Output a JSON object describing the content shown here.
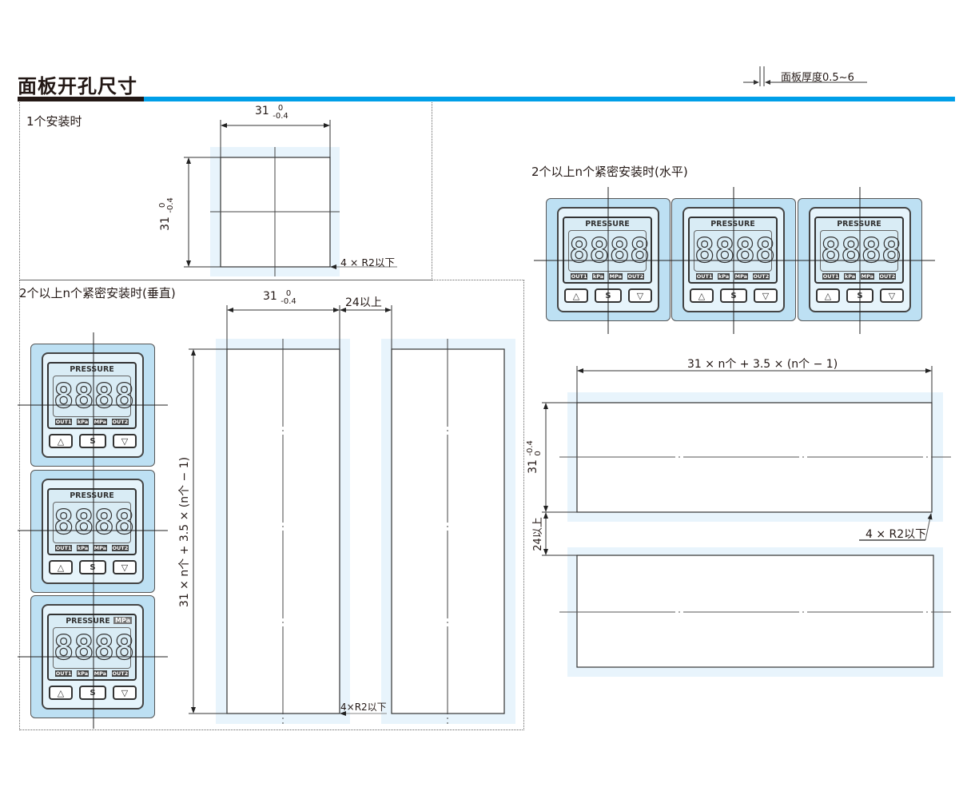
{
  "header": {
    "title": "面板开孔尺寸",
    "panel_thickness_label": "面板厚度0.5~6"
  },
  "colors": {
    "accent_blue": "#009fe8",
    "title_bar_dark": "#231815",
    "cutout_halo": "#e8f4fc",
    "device_body": "#bde0f3"
  },
  "single": {
    "label": "1个安装时",
    "width_dim": {
      "nominal": "31",
      "upper": "0",
      "lower": "-0.4"
    },
    "height_dim": {
      "nominal": "31",
      "upper": "0",
      "lower": "-0.4"
    },
    "radius_note": "4 × R2以下"
  },
  "vertical": {
    "label": "2个以上n个紧密安装时(垂直)",
    "width_dim": {
      "nominal": "31",
      "upper": "0",
      "lower": "-0.4"
    },
    "gap_dim": "24以上",
    "height_formula": "31 × n个 + 3.5 × (n个 − 1)",
    "radius_note": "4×R2以下"
  },
  "horizontal": {
    "label": "2个以上n个紧密安装时(水平)",
    "width_formula": "31 × n个 + 3.5 × (n个 − 1)",
    "height_dim": {
      "nominal": "31",
      "upper": "0",
      "lower": "-0.4"
    },
    "gap_dim": "24以上",
    "radius_note": "4 × R2以下"
  },
  "device": {
    "lcd_title": "PRESSURE",
    "unit_badge": "MPa",
    "digits": [
      "8",
      "8",
      "8",
      "8"
    ],
    "tags": [
      "OUT1",
      "kPa",
      "MPa",
      "OUT2"
    ],
    "buttons": {
      "up": "△",
      "set": "S",
      "down": "▽"
    }
  }
}
